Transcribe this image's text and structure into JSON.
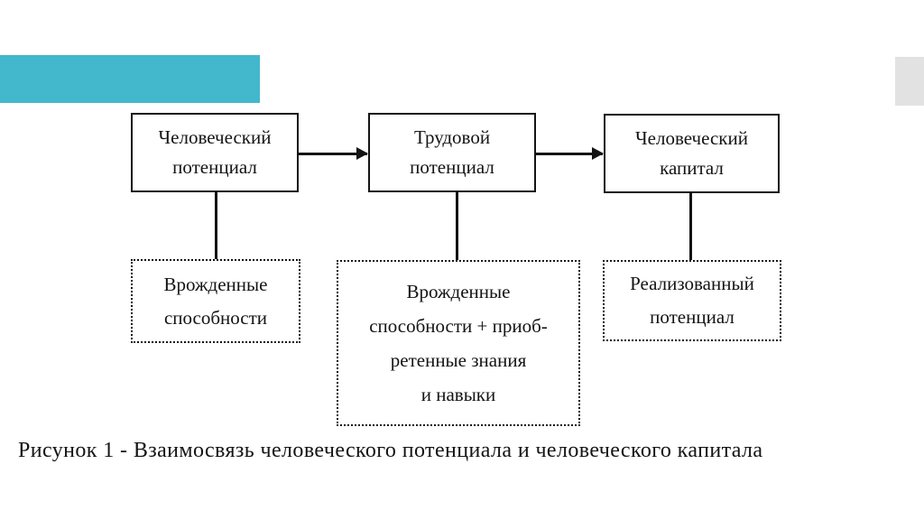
{
  "page": {
    "background": "#FFFFFF"
  },
  "colors": {
    "teal_bar": "#43B7CC",
    "gray_bar": "#E2E2E2",
    "line": "#141414"
  },
  "diagram": {
    "solid_boxes": [
      {
        "id": "human-potential",
        "lines": [
          "Человеческий",
          "потенциал"
        ]
      },
      {
        "id": "labor-potential",
        "lines": [
          "Трудовой",
          "потенциал"
        ]
      },
      {
        "id": "human-capital",
        "lines": [
          "Человеческий",
          "капитал"
        ]
      }
    ],
    "dotted_boxes": [
      {
        "id": "innate-abilities",
        "lines": [
          "Врожденные",
          "способности"
        ]
      },
      {
        "id": "innate-plus-acquired",
        "lines": [
          "Врожденные",
          "способности + приоб-",
          "ретенные знания",
          "и навыки"
        ]
      },
      {
        "id": "realized-potential",
        "lines": [
          "Реализованный",
          "потенциал"
        ]
      }
    ]
  },
  "caption": {
    "text": "Рисунок 1 - Взаимосвязь человеческого потенциала и человеческого капитала"
  }
}
